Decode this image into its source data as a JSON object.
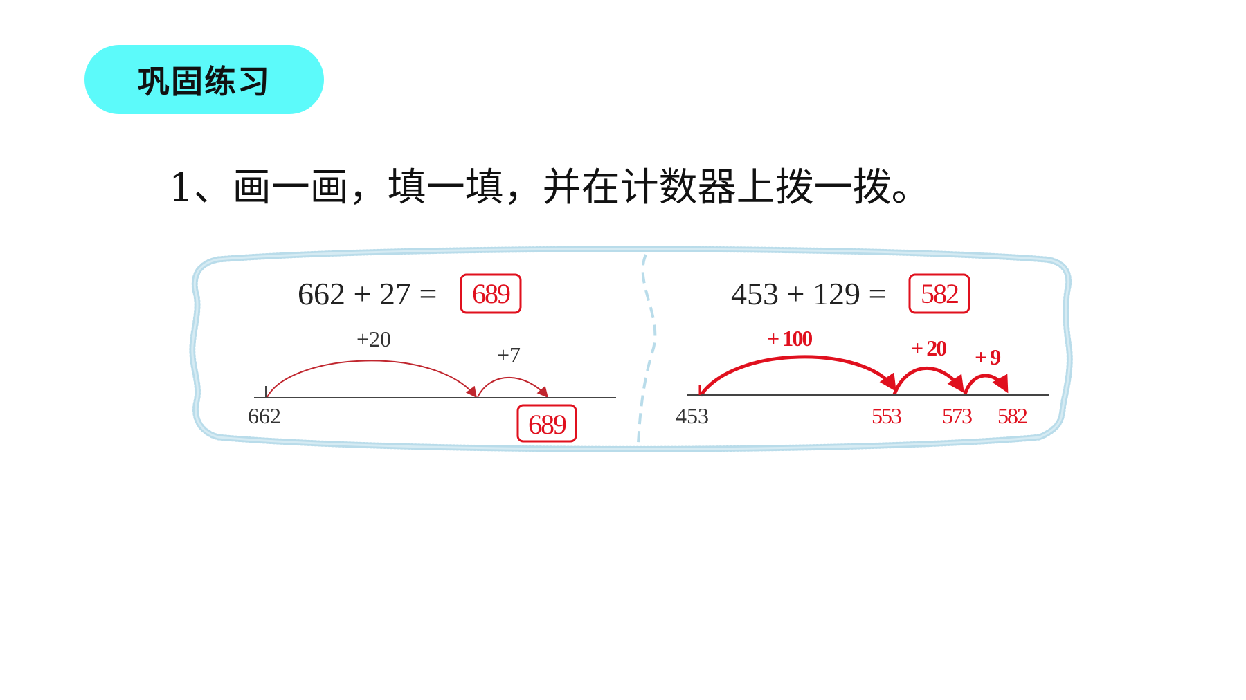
{
  "header": {
    "badge_label": "巩固练习"
  },
  "question": {
    "text": "1、画一画，填一填，并在计数器上拨一拨。"
  },
  "left_problem": {
    "equation": "662 + 27 =",
    "answer": "689",
    "jumps": [
      "+20",
      "+7"
    ],
    "start_label": "662",
    "end_label": "689"
  },
  "right_problem": {
    "equation": "453 + 129 =",
    "answer": "582",
    "jumps": [
      "+ 100",
      "+ 20",
      "+ 9"
    ],
    "start_label": "453",
    "point_labels": [
      "553",
      "573",
      "582"
    ]
  },
  "colors": {
    "badge_bg": "#5cfafa",
    "answer_red": "#e0101e",
    "arc_red": "#c0262e",
    "border_blue": "#b9dcea"
  }
}
